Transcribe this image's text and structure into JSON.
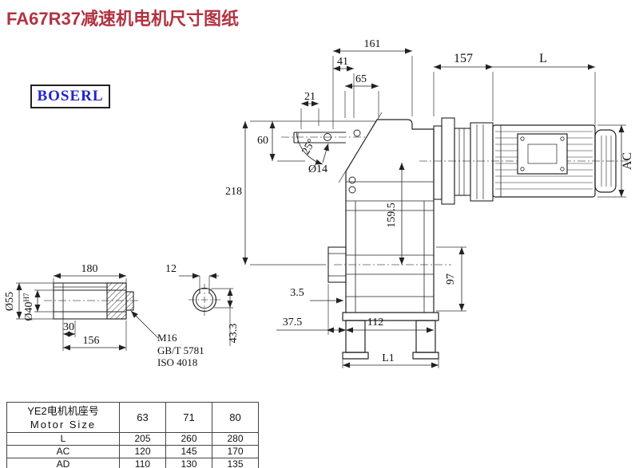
{
  "page": {
    "title": "FA67R37减速机电机尺寸图纸",
    "title_color": "#b23342",
    "logo_text": "BOSERL",
    "logo_color": "#2323c8"
  },
  "drawing": {
    "dims": {
      "d161": "161",
      "d41": "41",
      "d65": "65",
      "d21": "21",
      "d157": "157",
      "dL": "L",
      "d60": "60",
      "d218": "218",
      "a25": "25°",
      "dia14": "Ø14",
      "d159_5": "159.5",
      "d97": "97",
      "d3_5": "3.5",
      "d37_5": "37.5",
      "d112": "112",
      "dL1": "L1",
      "dAC": "AC"
    },
    "shaft": {
      "d180": "180",
      "d12": "12",
      "dia55": "Ø55",
      "dia40": "Ø40",
      "tol": "H7",
      "d30": "30",
      "d156": "156",
      "d43_3": "43.3",
      "thread": "M16",
      "std1": "GB/T 5781",
      "std2": "ISO 4018"
    }
  },
  "table": {
    "header": {
      "label_cn": "YE2电机机座号",
      "label_en": "Motor Size",
      "cols": [
        "63",
        "71",
        "80"
      ]
    },
    "rows": [
      {
        "label": "L",
        "values": [
          "205",
          "260",
          "280"
        ]
      },
      {
        "label": "AC",
        "values": [
          "120",
          "145",
          "170"
        ]
      },
      {
        "label": "AD",
        "values": [
          "110",
          "130",
          "135"
        ]
      }
    ]
  }
}
